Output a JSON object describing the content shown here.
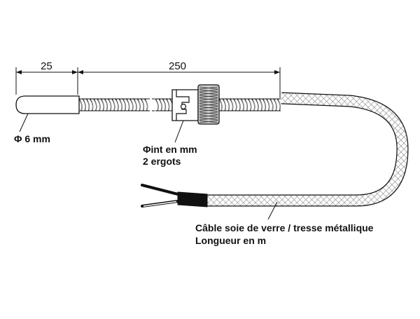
{
  "dimensions": {
    "probe_length": "25",
    "sheath_length": "250"
  },
  "labels": {
    "probe_diameter": "Φ 6 mm",
    "fitting_line1": "Φint en  mm",
    "fitting_line2": "2 ergots",
    "cable_line1": "Câble soie de verre / tresse métallique",
    "cable_line2": "Longueur en m"
  },
  "colors": {
    "line": "#111111",
    "probe_fill": "#ffffff",
    "braid": "#7a7a7a",
    "knurl": "#555555"
  }
}
